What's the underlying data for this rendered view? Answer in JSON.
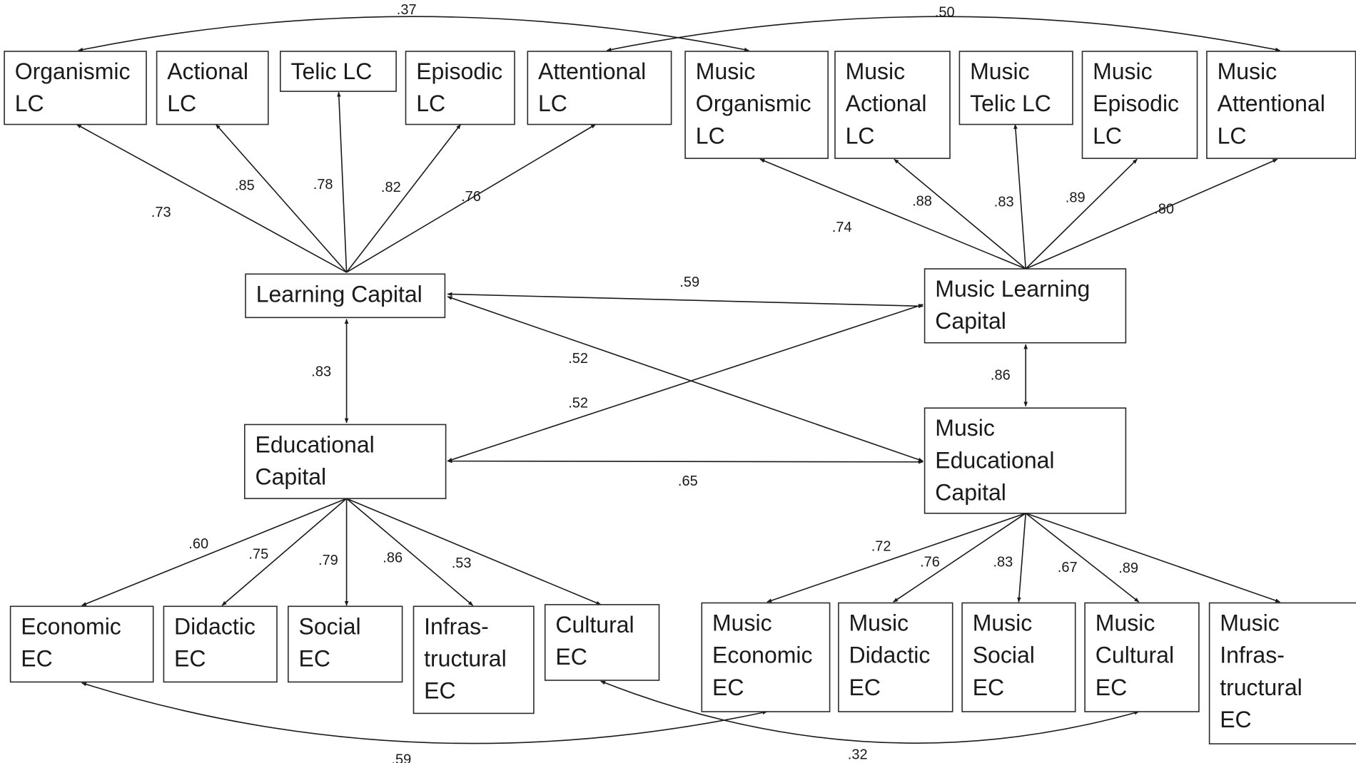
{
  "diagram": {
    "nodes": {
      "organismic_lc": [
        "Organismic",
        "LC"
      ],
      "actional_lc": [
        "Actional",
        "LC"
      ],
      "telic_lc": [
        "Telic LC"
      ],
      "episodic_lc": [
        "Episodic",
        "LC"
      ],
      "attentional_lc": [
        "Attentional",
        "LC"
      ],
      "music_organismic_lc": [
        "Music",
        "Organismic",
        "LC"
      ],
      "music_actional_lc": [
        "Music",
        "Actional",
        "LC"
      ],
      "music_telic_lc": [
        "Music",
        "Telic LC"
      ],
      "music_episodic_lc": [
        "Music",
        "Episodic",
        "LC"
      ],
      "music_attentional_lc": [
        "Music",
        "Attentional",
        "LC"
      ],
      "learning_capital": [
        "Learning Capital"
      ],
      "music_learning_capital": [
        "Music Learning",
        "Capital"
      ],
      "educational_capital": [
        "Educational",
        "Capital"
      ],
      "music_educational_capital": [
        "Music",
        "Educational",
        "Capital"
      ],
      "economic_ec": [
        "Economic",
        "EC"
      ],
      "didactic_ec": [
        "Didactic",
        "EC"
      ],
      "social_ec": [
        "Social",
        "EC"
      ],
      "infrastructural_ec": [
        "Infras-",
        "tructural",
        "EC"
      ],
      "cultural_ec": [
        "Cultural",
        "EC"
      ],
      "music_economic_ec": [
        "Music",
        "Economic",
        "EC"
      ],
      "music_didactic_ec": [
        "Music",
        "Didactic",
        "EC"
      ],
      "music_social_ec": [
        "Music",
        "Social",
        "EC"
      ],
      "music_cultural_ec": [
        "Music",
        "Cultural",
        "EC"
      ],
      "music_infrastructural_ec": [
        "Music",
        "Infras-",
        "tructural",
        "EC"
      ]
    },
    "paths": [
      {
        "from": "learning_capital",
        "to": "organismic_lc",
        "coef": ".73",
        "type": "loading"
      },
      {
        "from": "learning_capital",
        "to": "actional_lc",
        "coef": ".85",
        "type": "loading"
      },
      {
        "from": "learning_capital",
        "to": "telic_lc",
        "coef": ".78",
        "type": "loading"
      },
      {
        "from": "learning_capital",
        "to": "episodic_lc",
        "coef": ".82",
        "type": "loading"
      },
      {
        "from": "learning_capital",
        "to": "attentional_lc",
        "coef": ".76",
        "type": "loading"
      },
      {
        "from": "music_learning_capital",
        "to": "music_organismic_lc",
        "coef": ".74",
        "type": "loading"
      },
      {
        "from": "music_learning_capital",
        "to": "music_actional_lc",
        "coef": ".88",
        "type": "loading"
      },
      {
        "from": "music_learning_capital",
        "to": "music_telic_lc",
        "coef": ".83",
        "type": "loading"
      },
      {
        "from": "music_learning_capital",
        "to": "music_episodic_lc",
        "coef": ".89",
        "type": "loading"
      },
      {
        "from": "music_learning_capital",
        "to": "music_attentional_lc",
        "coef": ".80",
        "type": "loading"
      },
      {
        "from": "educational_capital",
        "to": "economic_ec",
        "coef": ".60",
        "type": "loading"
      },
      {
        "from": "educational_capital",
        "to": "didactic_ec",
        "coef": ".75",
        "type": "loading"
      },
      {
        "from": "educational_capital",
        "to": "social_ec",
        "coef": ".79",
        "type": "loading"
      },
      {
        "from": "educational_capital",
        "to": "infrastructural_ec",
        "coef": ".86",
        "type": "loading"
      },
      {
        "from": "educational_capital",
        "to": "cultural_ec",
        "coef": ".53",
        "type": "loading"
      },
      {
        "from": "music_educational_capital",
        "to": "music_economic_ec",
        "coef": ".72",
        "type": "loading"
      },
      {
        "from": "music_educational_capital",
        "to": "music_didactic_ec",
        "coef": ".76",
        "type": "loading"
      },
      {
        "from": "music_educational_capital",
        "to": "music_social_ec",
        "coef": ".83",
        "type": "loading"
      },
      {
        "from": "music_educational_capital",
        "to": "music_cultural_ec",
        "coef": ".67",
        "type": "loading"
      },
      {
        "from": "music_educational_capital",
        "to": "music_infrastructural_ec",
        "coef": ".89",
        "type": "loading"
      },
      {
        "from": "learning_capital",
        "to": "music_learning_capital",
        "coef": ".59",
        "type": "correlation"
      },
      {
        "from": "learning_capital",
        "to": "educational_capital",
        "coef": ".83",
        "type": "correlation"
      },
      {
        "from": "learning_capital",
        "to": "music_educational_capital",
        "coef": ".52",
        "type": "correlation"
      },
      {
        "from": "educational_capital",
        "to": "music_learning_capital",
        "coef": ".52",
        "type": "correlation"
      },
      {
        "from": "educational_capital",
        "to": "music_educational_capital",
        "coef": ".65",
        "type": "correlation"
      },
      {
        "from": "music_learning_capital",
        "to": "music_educational_capital",
        "coef": ".86",
        "type": "correlation"
      },
      {
        "from": "organismic_lc",
        "to": "music_organismic_lc",
        "coef": ".37",
        "type": "covariance"
      },
      {
        "from": "attentional_lc",
        "to": "music_attentional_lc",
        "coef": ".50",
        "type": "covariance"
      },
      {
        "from": "economic_ec",
        "to": "music_economic_ec",
        "coef": ".59",
        "type": "covariance"
      },
      {
        "from": "cultural_ec",
        "to": "music_cultural_ec",
        "coef": ".32",
        "type": "covariance"
      }
    ]
  }
}
